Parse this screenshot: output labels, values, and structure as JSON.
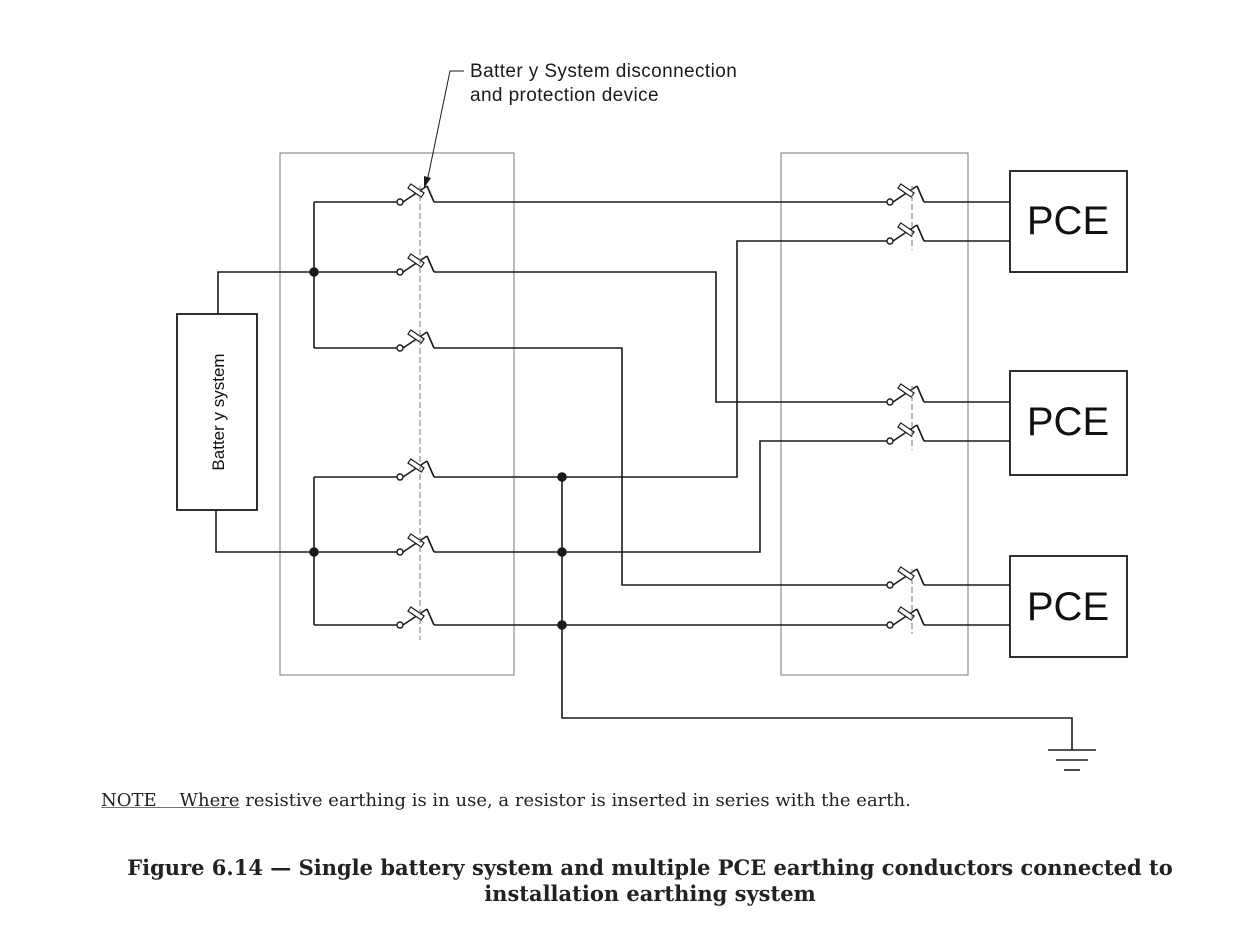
{
  "diagram": {
    "callout": {
      "line1": "Batter y System disconnection",
      "line2": "and protection device"
    },
    "battery_label": "Batter y system",
    "pce_labels": [
      "PCE",
      "PCE",
      "PCE"
    ]
  },
  "note": {
    "prefix": "NOTE",
    "first_word": "Where",
    "rest": " resistive earthing is in use, a resistor is inserted in series with the earth."
  },
  "caption": {
    "line1": "Figure 6.14 — Single battery system and multiple PCE earthing conductors connected to",
    "line2": "installation earthing system"
  },
  "colors": {
    "line": "#1a1a1a",
    "enclosure": "#777777",
    "link_underline": "#4a78c8"
  }
}
